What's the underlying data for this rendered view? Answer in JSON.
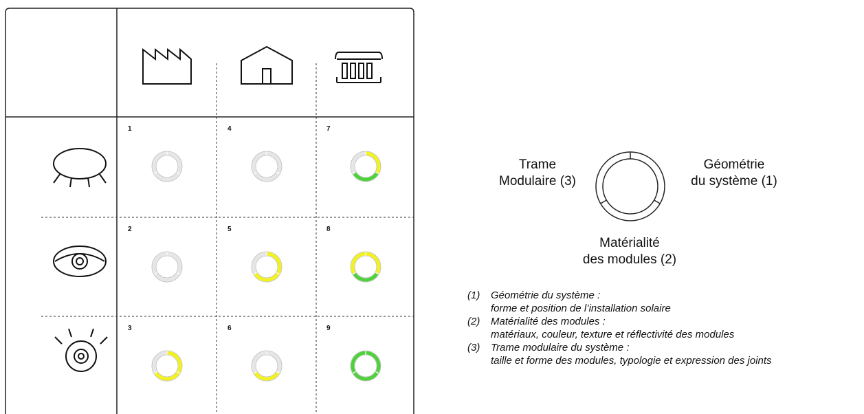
{
  "columns": [
    {
      "icon": "factory-icon"
    },
    {
      "icon": "house-icon"
    },
    {
      "icon": "temple-icon"
    }
  ],
  "rows": [
    {
      "icon": "closed-eye-icon"
    },
    {
      "icon": "open-eye-icon"
    },
    {
      "icon": "wide-eye-icon"
    }
  ],
  "cells": [
    {
      "number": "1",
      "segments": [
        "none",
        "none",
        "none"
      ]
    },
    {
      "number": "4",
      "segments": [
        "none",
        "none",
        "none"
      ]
    },
    {
      "number": "7",
      "segments": [
        "yellow",
        "green",
        "none"
      ]
    },
    {
      "number": "2",
      "segments": [
        "none",
        "none",
        "none"
      ]
    },
    {
      "number": "5",
      "segments": [
        "yellow",
        "yellow",
        "none"
      ]
    },
    {
      "number": "8",
      "segments": [
        "yellow",
        "green",
        "yellow"
      ]
    },
    {
      "number": "3",
      "segments": [
        "yellow",
        "yellow",
        "none"
      ]
    },
    {
      "number": "6",
      "segments": [
        "none",
        "yellow",
        "none"
      ]
    },
    {
      "number": "9",
      "segments": [
        "green",
        "green",
        "green"
      ]
    }
  ],
  "colors": {
    "yellow": "#f2f21e",
    "green": "#4fd13b",
    "none": "#e6e6e6",
    "line": "#222222"
  },
  "legend": {
    "right_label": [
      "Géométrie",
      "du système (1)"
    ],
    "bottom_label": [
      "Matérialité",
      "des modules (2)"
    ],
    "left_label": [
      "Trame",
      "Modulaire (3)"
    ]
  },
  "notes": [
    {
      "num": "(1)",
      "title": "Géométrie du système :",
      "desc": "forme et position de l’installation solaire"
    },
    {
      "num": "(2)",
      "title": "Matérialité des modules :",
      "desc": "matériaux, couleur, texture et réflectivité des modules"
    },
    {
      "num": "(3)",
      "title": "Trame modulaire du système :",
      "desc": "taille et forme des modules, typologie et expression des joints"
    }
  ]
}
